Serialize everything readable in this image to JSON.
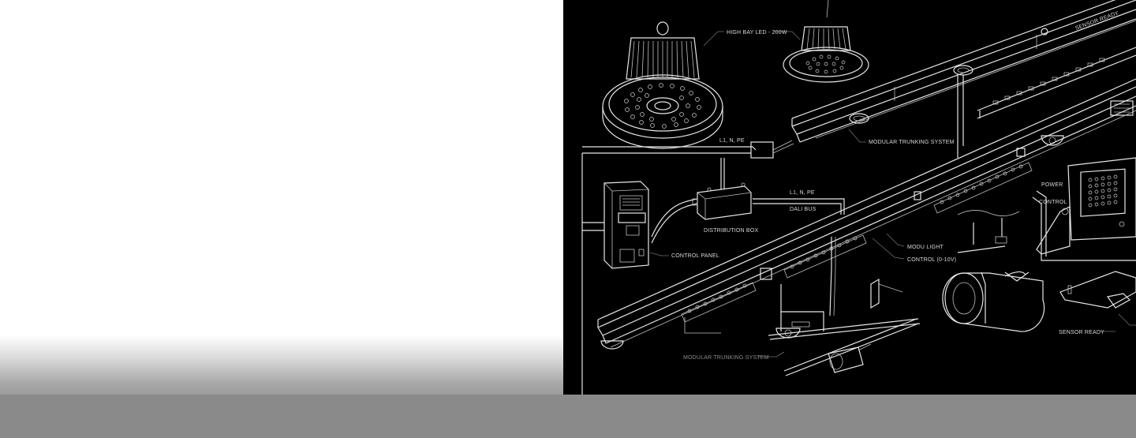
{
  "diagram": {
    "labels": {
      "high_bay": "HIGH BAY LED - 200W",
      "sensor_ready_top": "SENSOR READY",
      "trunking_top": "MODULAR TRUNKING SYSTEM",
      "l1_top": "L1, N, PE",
      "distribution_box": "DISTRIBUTION BOX",
      "l1_mid": "L1, N, PE",
      "dali_bus": "DALI BUS",
      "power": "POWER",
      "control": "CONTROL",
      "control_panel": "CONTROL PANEL",
      "modu_light": "MODU LIGHT",
      "control_0_10v": "CONTROL (0-10V)",
      "sensor_ready_bottom": "SENSOR READY",
      "trunking_bottom": "MODULAR TRUNKING SYSTEM"
    },
    "colors": {
      "background": "#000000",
      "line": "#e6e6e6",
      "label": "#d9d9d9"
    }
  }
}
